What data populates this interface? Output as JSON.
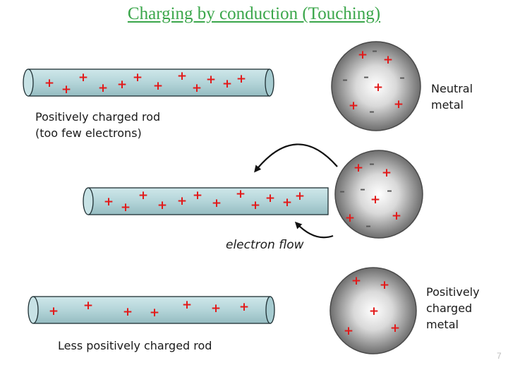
{
  "title": "Charging by conduction (Touching)",
  "labels": {
    "rod_top_line1": "Positively charged rod",
    "rod_top_line2": "(too few electrons)",
    "sphere_top_line1": "Neutral",
    "sphere_top_line2": "metal",
    "electron_flow": "electron flow",
    "rod_bottom": "Less positively charged rod",
    "sphere_bottom_line1": "Positively",
    "sphere_bottom_line2": "charged",
    "sphere_bottom_line3": "metal"
  },
  "charge_symbols": {
    "positive": "+",
    "negative": "-"
  },
  "slide_number": "7",
  "colors": {
    "title": "#3aa64a",
    "rod_fill": "#b7d8dc",
    "rod_outline": "#1e2f33",
    "positive_charge": "#e21a1a",
    "negative_charge": "#555555",
    "sphere_outline": "#4a4a4a"
  }
}
